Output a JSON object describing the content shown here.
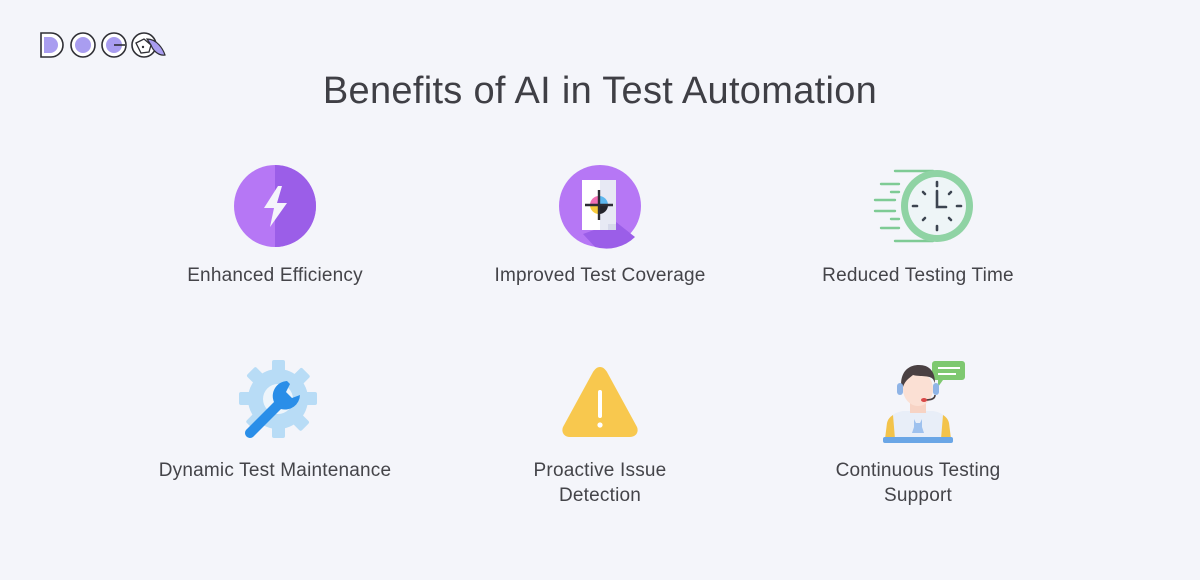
{
  "brand": {
    "logo_text": "DOGQ",
    "accent": "#a99df0"
  },
  "title": "Benefits of AI in Test Automation",
  "benefits": [
    {
      "label": "Enhanced Efficiency",
      "icon": "lightning-icon",
      "color": "#a55cf0"
    },
    {
      "label": "Improved Test Coverage",
      "icon": "target-document-icon",
      "color": "#a55cf0"
    },
    {
      "label": "Reduced Testing Time",
      "icon": "fast-clock-icon",
      "color": "#7fcb95"
    },
    {
      "label": "Dynamic Test Maintenance",
      "icon": "gear-wrench-icon",
      "color": "#2a8ee8"
    },
    {
      "label": "Proactive Issue Detection",
      "icon": "warning-icon",
      "color": "#f8c84e"
    },
    {
      "label": "Continuous Testing Support",
      "icon": "support-agent-icon",
      "color": "#7ec870"
    }
  ]
}
